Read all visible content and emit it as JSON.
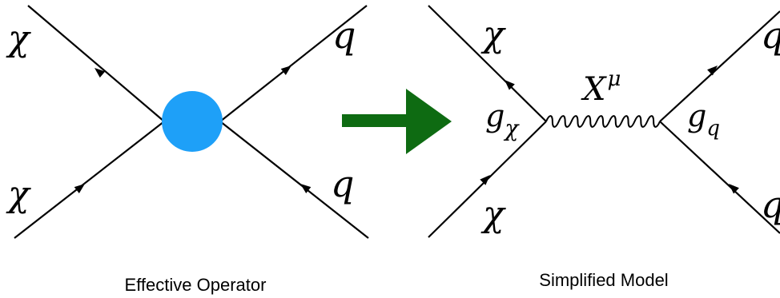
{
  "colors": {
    "vertex_blob": "#1EA0F8",
    "transition_arrow": "#0E6B12",
    "lines": "#000000"
  },
  "effective": {
    "caption": "Effective Operator",
    "label_top_left": "χ",
    "label_bottom_left": "χ",
    "label_top_right": "q",
    "label_bottom_right": "q"
  },
  "simplified": {
    "caption": "Simplified Model",
    "label_top_left": "χ",
    "label_bottom_left": "χ",
    "label_top_right": "q",
    "label_bottom_right": "q",
    "mediator_base": "X",
    "mediator_sup": "μ",
    "coupling_left_base": "g",
    "coupling_left_sub": "χ",
    "coupling_right_base": "g",
    "coupling_right_sub": "q"
  }
}
